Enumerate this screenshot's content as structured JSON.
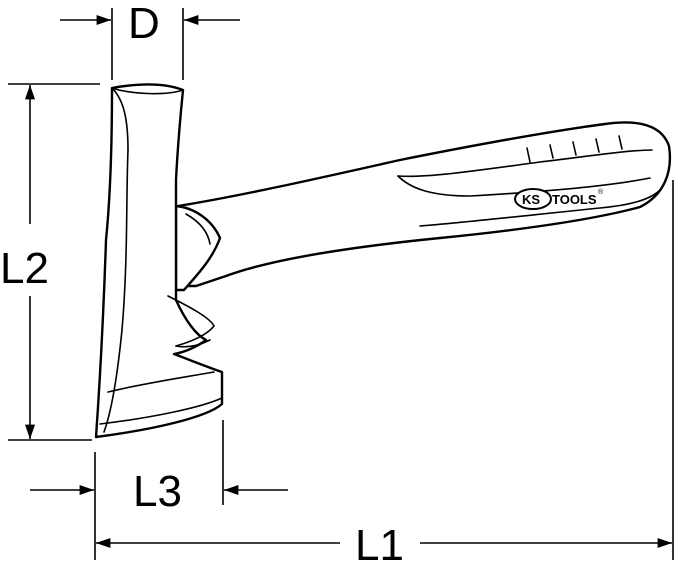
{
  "dimensions": {
    "d": "D",
    "l1": "L1",
    "l2": "L2",
    "l3": "L3"
  },
  "logo": {
    "ks": "KS",
    "tools": "TOOLS",
    "mark": "®"
  },
  "colors": {
    "ink": "#000000",
    "background": "#ffffff"
  }
}
